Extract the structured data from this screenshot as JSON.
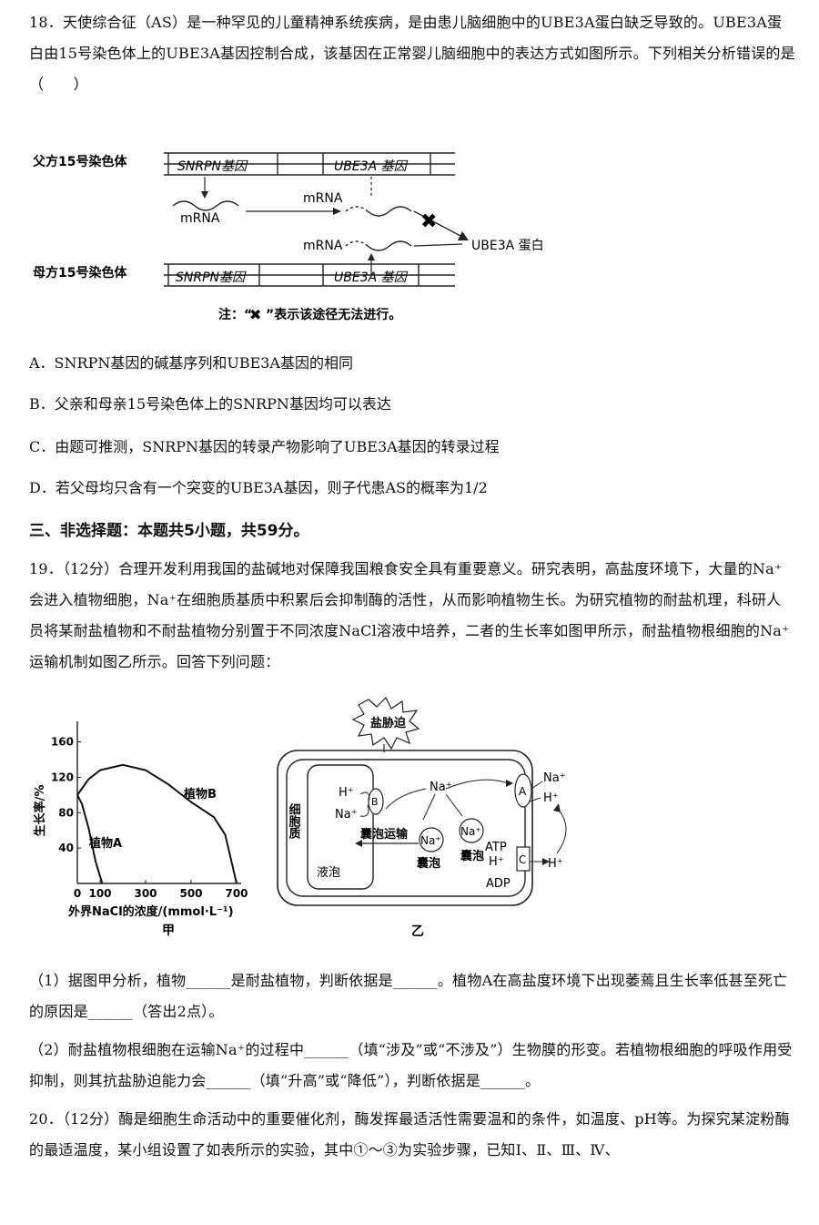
{
  "q18": {
    "stem": "18．天使综合征（AS）是一种罕见的儿童精神系统疾病，是由患儿脑细胞中的UBE3A蛋白缺乏导致的。UBE3A蛋白由15号染色体上的UBE3A基因控制合成，该基因在正常婴儿脑细胞中的表达方式如图所示。下列相关分析错误的是（　　）",
    "figure": {
      "paternal_label": "父方15号染色体",
      "maternal_label": "母方15号染色体",
      "gene1": "SNRPN基因",
      "gene2": "UBE3A 基因",
      "mrna": "mRNA",
      "protein": "UBE3A 蛋白",
      "note_pre": "注：“",
      "note_post": "”表示该途径无法进行。"
    },
    "options": [
      "A．SNRPN基因的碱基序列和UBE3A基因的相同",
      "B．父亲和母亲15号染色体上的SNRPN基因均可以表达",
      "C．由题可推测，SNRPN基因的转录产物影响了UBE3A基因的转录过程",
      "D．若父母均只含有一个突变的UBE3A基因，则子代患AS的概率为1/2"
    ]
  },
  "section3": "三、非选择题：本题共5小题，共59分。",
  "q19": {
    "stem": "19．（12分）合理开发利用我国的盐碱地对保障我国粮食安全具有重要意义。研究表明，高盐度环境下，大量的Na⁺会进入植物细胞，Na⁺在细胞质基质中积累后会抑制酶的活性，从而影响植物生长。为研究植物的耐盐机理，科研人员将某耐盐植物和不耐盐植物分别置于不同浓度NaCl溶液中培养，二者的生长率如图甲所示，耐盐植物根细胞的Na⁺运输机制如图乙所示。回答下列问题：",
    "chart_a": {
      "ylabel": "生长率/%",
      "xlabel": "外界NaCl的浓度/(mmol·L⁻¹)",
      "yticks": [
        "160",
        "120",
        "80",
        "40"
      ],
      "xticks": [
        "0",
        "100",
        "300",
        "500",
        "700"
      ],
      "label_a": "植物A",
      "label_b": "植物B",
      "caption": "甲"
    },
    "chart_data": {
      "type": "line",
      "xlabel": "外界NaCl的浓度/(mmol·L⁻¹)",
      "ylabel": "生长率/%",
      "xlim": [
        0,
        720
      ],
      "ylim": [
        0,
        175
      ],
      "series": [
        {
          "name": "植物A",
          "x": [
            0,
            20,
            50,
            80,
            100,
            110
          ],
          "y": [
            100,
            90,
            62,
            25,
            8,
            0
          ]
        },
        {
          "name": "植物B",
          "x": [
            0,
            50,
            100,
            200,
            300,
            400,
            500,
            600,
            650,
            700
          ],
          "y": [
            100,
            118,
            128,
            134,
            128,
            112,
            92,
            75,
            55,
            0
          ]
        }
      ]
    },
    "fig_b": {
      "stress": "盐胁迫",
      "cytoplasm": "细胞质",
      "vacuole": "液泡",
      "transport": "囊泡运输",
      "vesicle": "囊泡",
      "H": "H⁺",
      "Na": "Na⁺",
      "A": "A",
      "B": "B",
      "C": "C",
      "atp": "ATP",
      "adp": "ADP",
      "caption": "乙"
    },
    "sub1": "（1）据图甲分析，植物______是耐盐植物，判断依据是______。植物A在高盐度环境下出现萎蔫且生长率低甚至死亡的原因是______（答出2点）。",
    "sub2": "（2）耐盐植物根细胞在运输Na⁺的过程中______（填“涉及”或“不涉及”）生物膜的形变。若植物根细胞的呼吸作用受抑制，则其抗盐胁迫能力会______（填“升高”或“降低”），判断依据是______。"
  },
  "q20": {
    "stem": "20．（12分）酶是细胞生命活动中的重要催化剂，酶发挥最适活性需要温和的条件，如温度、pH等。为探究某淀粉酶的最适温度，某小组设置了如表所示的实验，其中①～③为实验步骤，已知Ⅰ、Ⅱ、Ⅲ、Ⅳ、"
  }
}
